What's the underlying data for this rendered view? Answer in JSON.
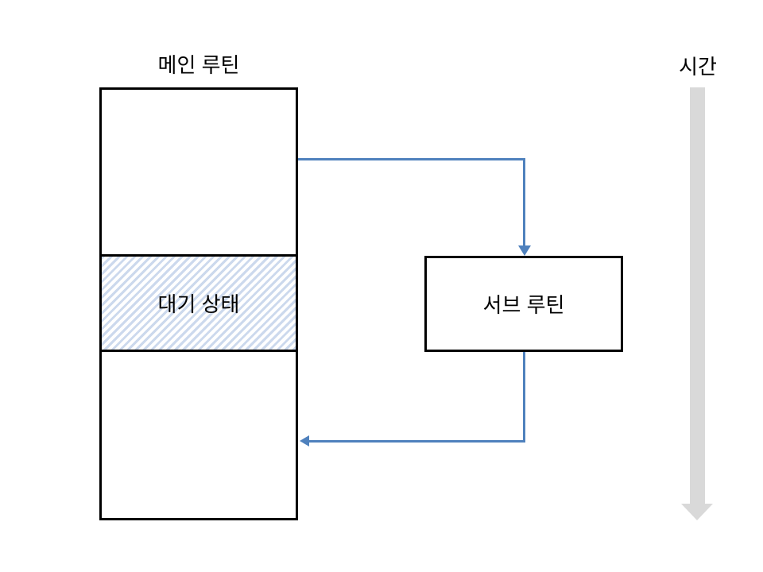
{
  "diagram": {
    "main_routine": {
      "title": "메인 루틴",
      "waiting_label": "대기 상태"
    },
    "sub_routine": {
      "label": "서브 루틴"
    },
    "time_axis": {
      "label": "시간"
    },
    "colors": {
      "flow_arrow_blue": "#4f81bd",
      "time_arrow_gray": "#d9d9d9",
      "hatch_blue": "#ccd9ed",
      "border_black": "#000000",
      "background": "#ffffff"
    }
  }
}
